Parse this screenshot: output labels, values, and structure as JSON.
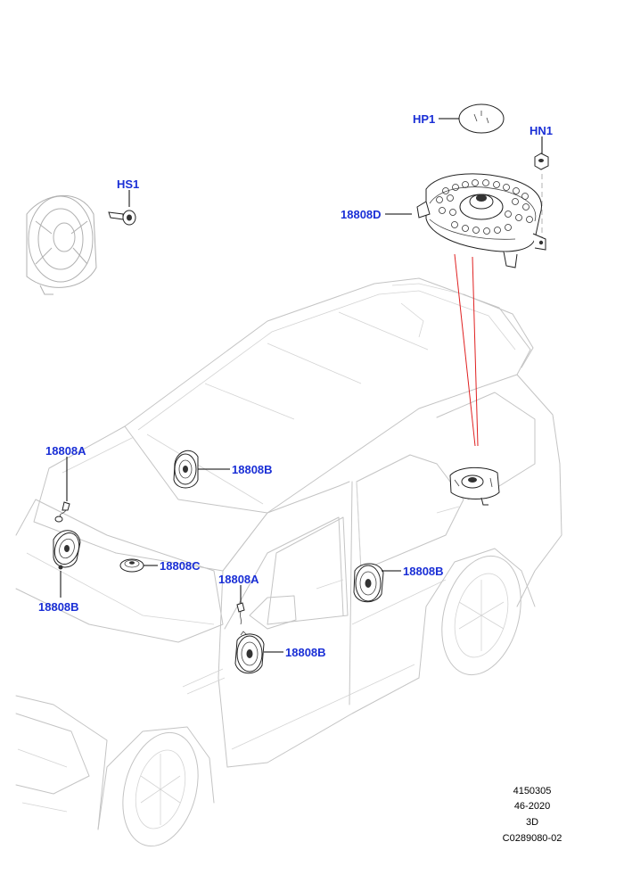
{
  "callouts": {
    "hp1": "HP1",
    "hn1": "HN1",
    "hs1": "HS1",
    "sub_woofer": "18808D",
    "roof_speaker": "18808B",
    "tweeter_left": "18808A",
    "left_speaker": "18808B",
    "center_speaker": "18808C",
    "tweeter_front": "18808A",
    "front_door_speaker": "18808B",
    "rear_door_speaker": "18808B"
  },
  "reference": {
    "line1": "4150305",
    "line2": "46-2020",
    "line3": "3D",
    "line4": "C0289080-02"
  },
  "colors": {
    "callout_text": "#1a2fd6",
    "vehicle_outline": "#c4c4c4",
    "part_outline": "#222222",
    "projection_line": "#e02020"
  }
}
